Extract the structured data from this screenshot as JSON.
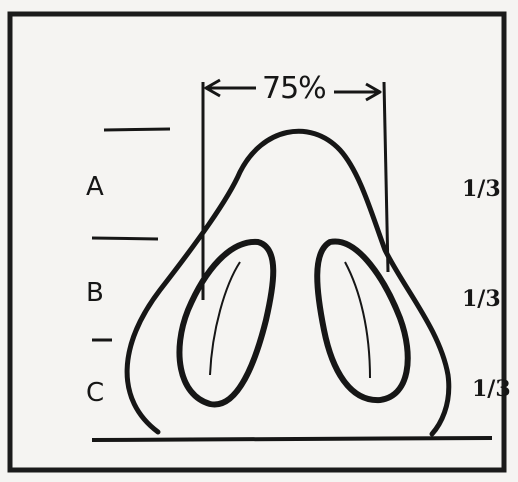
{
  "measure": {
    "width_label": "75%"
  },
  "sections": [
    {
      "label": "A",
      "fraction": "1/3"
    },
    {
      "label": "B",
      "fraction": "1/3"
    },
    {
      "label": "C",
      "fraction": "1/3"
    }
  ],
  "colors": {
    "ink": "#161616",
    "paper": "#f5f4f2",
    "frame": "#1b1b1b"
  }
}
